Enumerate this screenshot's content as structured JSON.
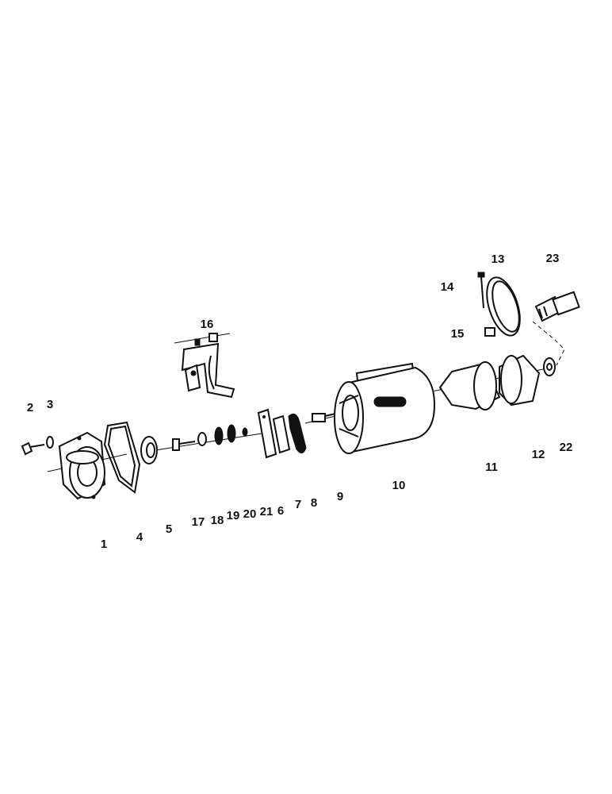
{
  "diagram": {
    "part_labels": [
      "1",
      "2",
      "3",
      "4",
      "5",
      "6",
      "7",
      "8",
      "9",
      "10",
      "11",
      "12",
      "13",
      "14",
      "15",
      "16",
      "17",
      "18",
      "19",
      "20",
      "21",
      "22",
      "23"
    ]
  }
}
